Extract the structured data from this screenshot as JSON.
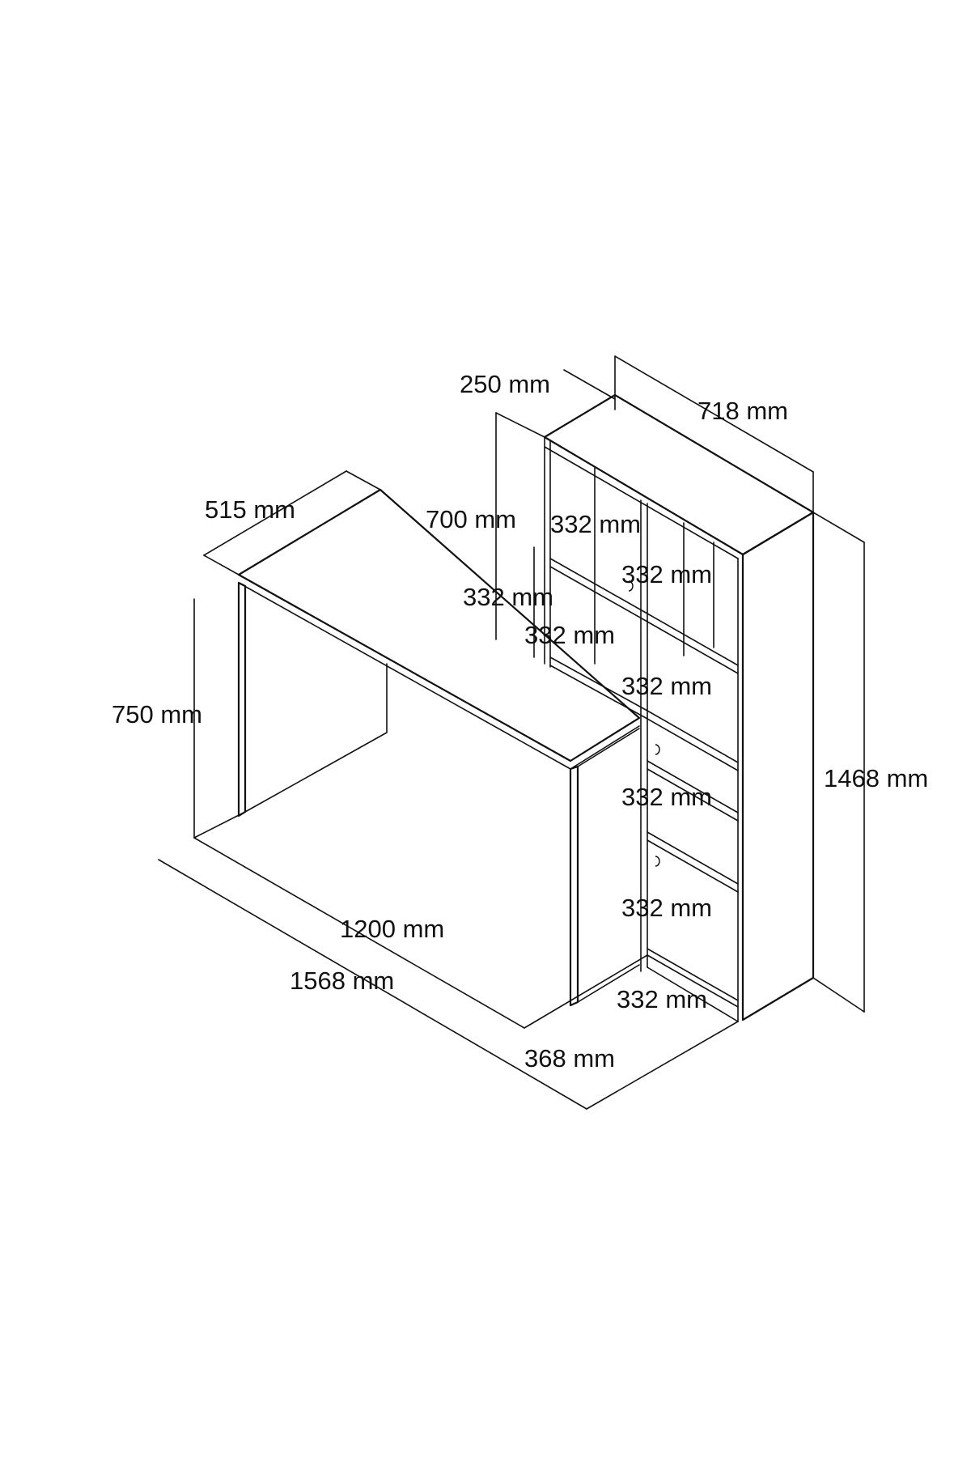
{
  "dimensions": {
    "shelf_depth": "250 mm",
    "shelf_width": "718 mm",
    "desk_depth": "515 mm",
    "desk_height": "750 mm",
    "upper_section_height": "700 mm",
    "desk_width": "1200 mm",
    "total_width": "1568 mm",
    "base_depth": "368 mm",
    "total_height": "1468 mm",
    "cell_top_back": "332 mm",
    "cell_top_front": "332 mm",
    "cell_upper_side": "332 mm",
    "cell_upper_width": "332 mm",
    "cell_row_3": "332 mm",
    "cell_row_4": "332 mm",
    "cell_row_5": "332 mm",
    "cell_bottom_width": "332 mm"
  }
}
